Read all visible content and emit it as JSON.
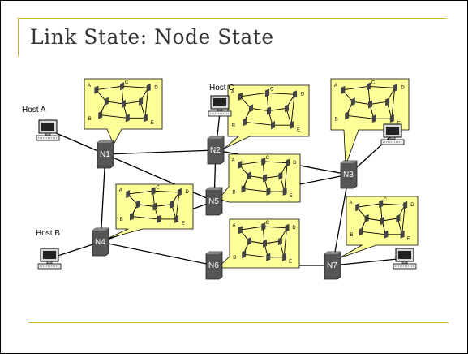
{
  "slide": {
    "title": "Link State: Node State",
    "accent_color": "#e0a826"
  },
  "hosts": [
    {
      "id": "host-a",
      "label": "Host A",
      "show_label": true
    },
    {
      "id": "host-b",
      "label": "Host B",
      "show_label": true
    },
    {
      "id": "host-c",
      "label": "Host C",
      "show_label": true
    },
    {
      "id": "host-d",
      "label": "",
      "show_label": false
    },
    {
      "id": "host-e",
      "label": "",
      "show_label": false
    }
  ],
  "nodes": [
    "N1",
    "N2",
    "N3",
    "N4",
    "N5",
    "N6",
    "N7"
  ],
  "bubble_letters": [
    "A",
    "B",
    "C",
    "D",
    "E"
  ],
  "colors": {
    "bubble_fill": "#ffff99",
    "router_fill": "#555555",
    "link": "#000000"
  }
}
